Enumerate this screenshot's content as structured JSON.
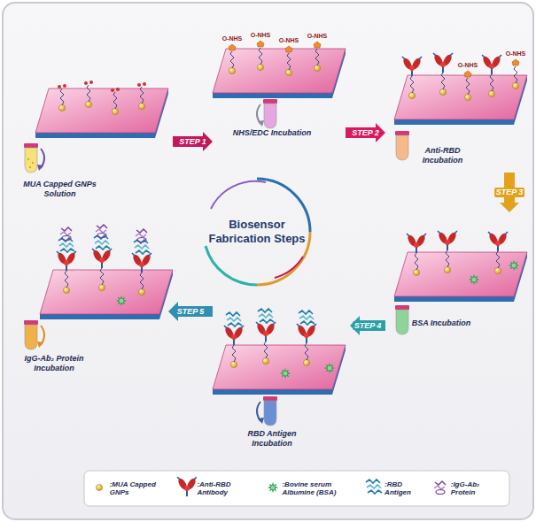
{
  "diagram": {
    "title": "Biosensor Fabrication Steps",
    "nodes": [
      {
        "text": [
          "MUA Capped GNPs Solution"
        ]
      },
      {
        "text": [
          "NHS/EDC Incubation"
        ]
      },
      {
        "text": [
          "Anti-RBD Incubation"
        ]
      },
      {
        "text": [
          "BSA Incubation"
        ]
      },
      {
        "text": [
          "RBD Antigen Incubation"
        ]
      },
      {
        "text": [
          "IgG-Ab₂ Protein Incubation"
        ]
      }
    ],
    "edges": [
      {
        "from": 0,
        "to": 1,
        "arrow": "to",
        "label": "STEP 1"
      },
      {
        "from": 1,
        "to": 2,
        "arrow": "to",
        "label": "STEP 2"
      },
      {
        "from": 2,
        "to": 3,
        "arrow": "to",
        "label": "STEP 3"
      },
      {
        "from": 3,
        "to": 4,
        "arrow": "to",
        "label": "STEP 4"
      },
      {
        "from": 4,
        "to": 5,
        "arrow": "to",
        "label": "STEP 5"
      }
    ],
    "labels": [
      "O-NHS",
      "O-NHS",
      "O-NHS",
      "O-NHS",
      "O-NHS",
      "O-NHS"
    ],
    "legend": [
      {
        "text": ":MUA Capped GNPs"
      },
      {
        "text": ":Anti-RBD Antibody"
      },
      {
        "text": ":Bovine serum Albumine (BSA)"
      },
      {
        "text": ":RBD Antigen"
      },
      {
        "text": ":IgG-Ab₂ Protein"
      }
    ]
  }
}
